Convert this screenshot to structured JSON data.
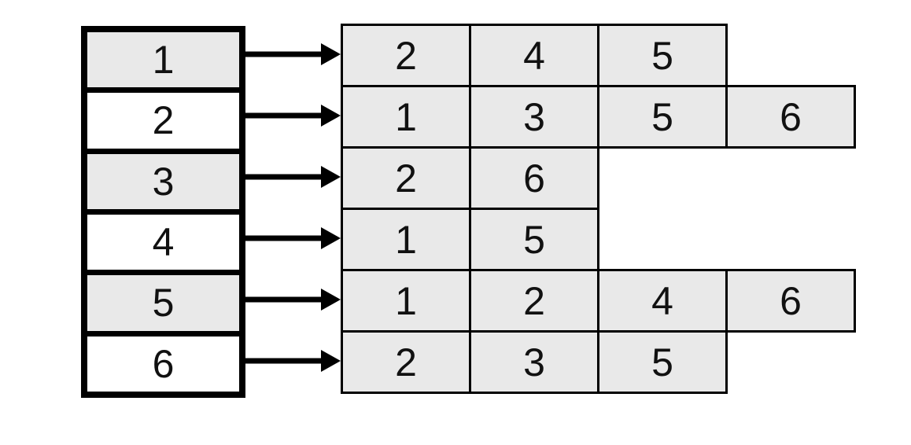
{
  "diagram": {
    "type": "graph-adjacency-list",
    "vertex_column": {
      "cells_shaded_fill": "#e9e9e9",
      "cells_plain_fill": "#ffffff",
      "border_color": "#000000"
    },
    "vertices": [
      {
        "label": "1",
        "shaded": true,
        "neighbors": [
          "2",
          "4",
          "5"
        ]
      },
      {
        "label": "2",
        "shaded": false,
        "neighbors": [
          "1",
          "3",
          "5",
          "6"
        ]
      },
      {
        "label": "3",
        "shaded": true,
        "neighbors": [
          "2",
          "6"
        ]
      },
      {
        "label": "4",
        "shaded": false,
        "neighbors": [
          "1",
          "5"
        ]
      },
      {
        "label": "5",
        "shaded": true,
        "neighbors": [
          "1",
          "2",
          "4",
          "6"
        ]
      },
      {
        "label": "6",
        "shaded": false,
        "neighbors": [
          "2",
          "3",
          "5"
        ]
      }
    ],
    "arrow": {
      "color": "#000000",
      "direction": "right"
    },
    "colors": {
      "background": "#ffffff",
      "cell_fill": "#e9e9e9",
      "border": "#000000",
      "text": "#111111"
    }
  }
}
